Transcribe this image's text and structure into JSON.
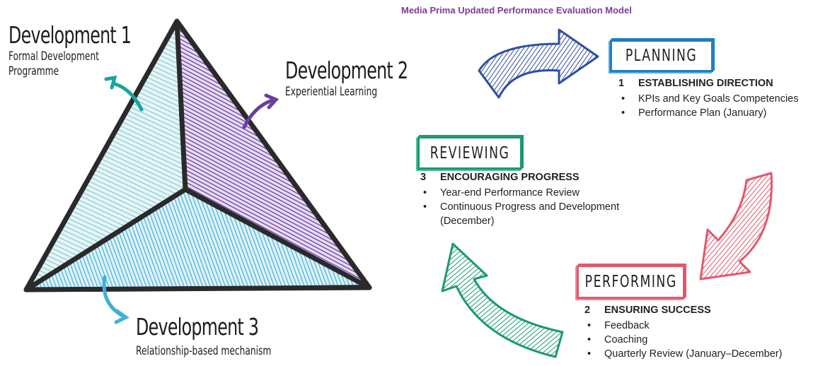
{
  "development": [
    {
      "title": "Development 1",
      "subtitle_lines": [
        "Formal Development",
        "Programme"
      ]
    },
    {
      "title": "Development 2",
      "subtitle_lines": [
        "Experiential Learning"
      ]
    },
    {
      "title": "Development 3",
      "subtitle_lines": [
        "Relationship-based mechanism"
      ]
    }
  ],
  "model": {
    "title": "Media Prima Updated Performance Evaluation Model",
    "phases": [
      {
        "label": "PLANNING",
        "number": "1",
        "heading": "ESTABLISHING DIRECTION",
        "items": [
          "KPIs and Key Goals Competencies",
          "Performance Plan (January)"
        ]
      },
      {
        "label": "PERFORMING",
        "number": "2",
        "heading": "ENSURING SUCCESS",
        "items": [
          "Feedback",
          "Coaching",
          "Quarterly Review (January–December)"
        ]
      },
      {
        "label": "REVIEWING",
        "number": "3",
        "heading": "ENCOURAGING PROGRESS",
        "items": [
          "Year-end Performance Review",
          "Continuous Progress and Development (December)"
        ]
      }
    ]
  },
  "colors": {
    "purple": "#6a3fa0",
    "light_blue": "#5fbcd3",
    "blue_arrow": "#2e4ea3",
    "red_arrow": "#e2586d",
    "green_arrow": "#1a9a70",
    "teal_small_arrow": "#1aa39a",
    "title_purple": "#7d3c98"
  }
}
